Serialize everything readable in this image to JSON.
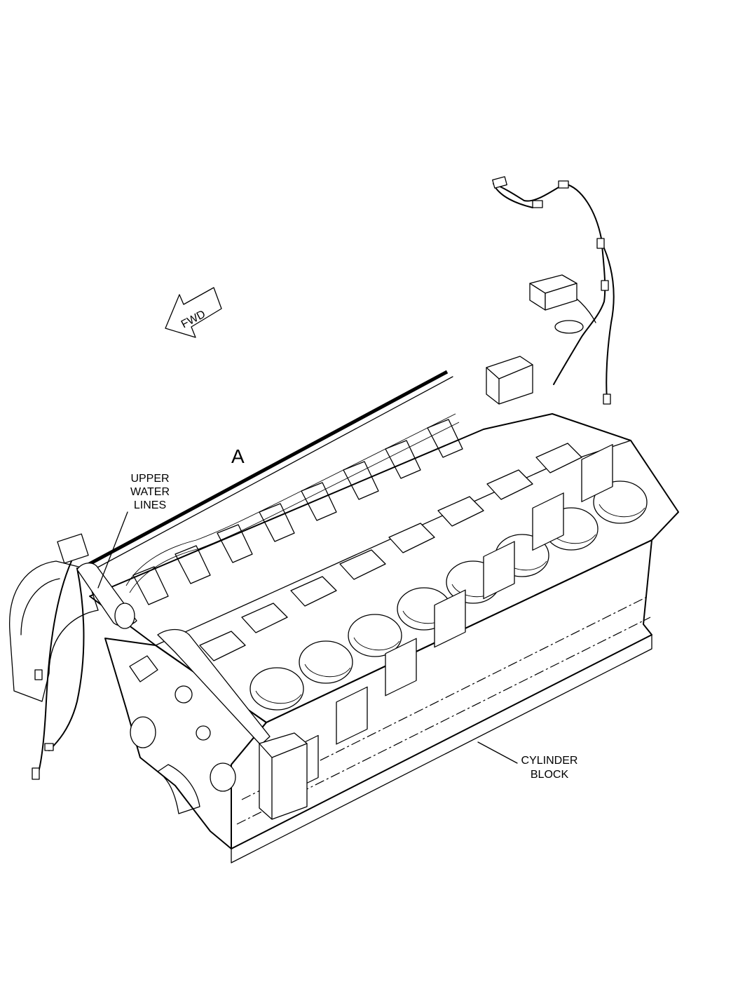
{
  "figure": {
    "callouts": {
      "view_letter": "A",
      "upper_water_lines": [
        "UPPER",
        "WATER",
        "LINES"
      ],
      "cylinder_block": [
        "CYLINDER",
        "BLOCK"
      ],
      "fwd_arrow": "FWD"
    }
  }
}
